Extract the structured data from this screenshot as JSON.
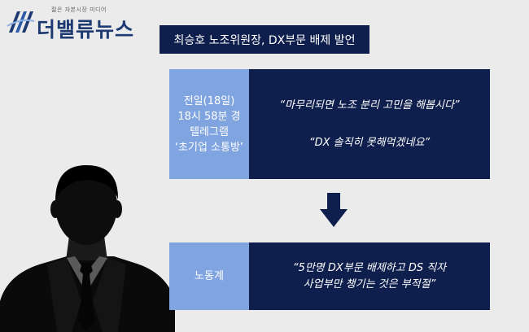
{
  "brand": {
    "name": "더밸류뉴스",
    "tagline": "젊은 자본시장 미디어",
    "color": "#1d3a73"
  },
  "title": "최승호 노조위원장, DX부문 배제 발언",
  "colors": {
    "navy": "#0f1f4d",
    "light_blue": "#7fa4e0",
    "background": "#ebebeb"
  },
  "rows": [
    {
      "label_lines": [
        "전일(18일)",
        "18시 58분 경",
        "텔레그램",
        "‘초기업 소통방’"
      ],
      "quotes": [
        "“마무리되면 노조 분리 고민을 해봅시다”",
        "“DX 솔직히 못해먹겠네요”"
      ]
    },
    {
      "label_lines": [
        "노동계"
      ],
      "quotes": [
        "“5만명 DX부문 배제하고 DS 직자",
        "사업부만 챙기는 것은 부적절”"
      ]
    }
  ],
  "icons": {
    "arrow": "down-arrow-icon",
    "person": "person-silhouette-icon"
  }
}
